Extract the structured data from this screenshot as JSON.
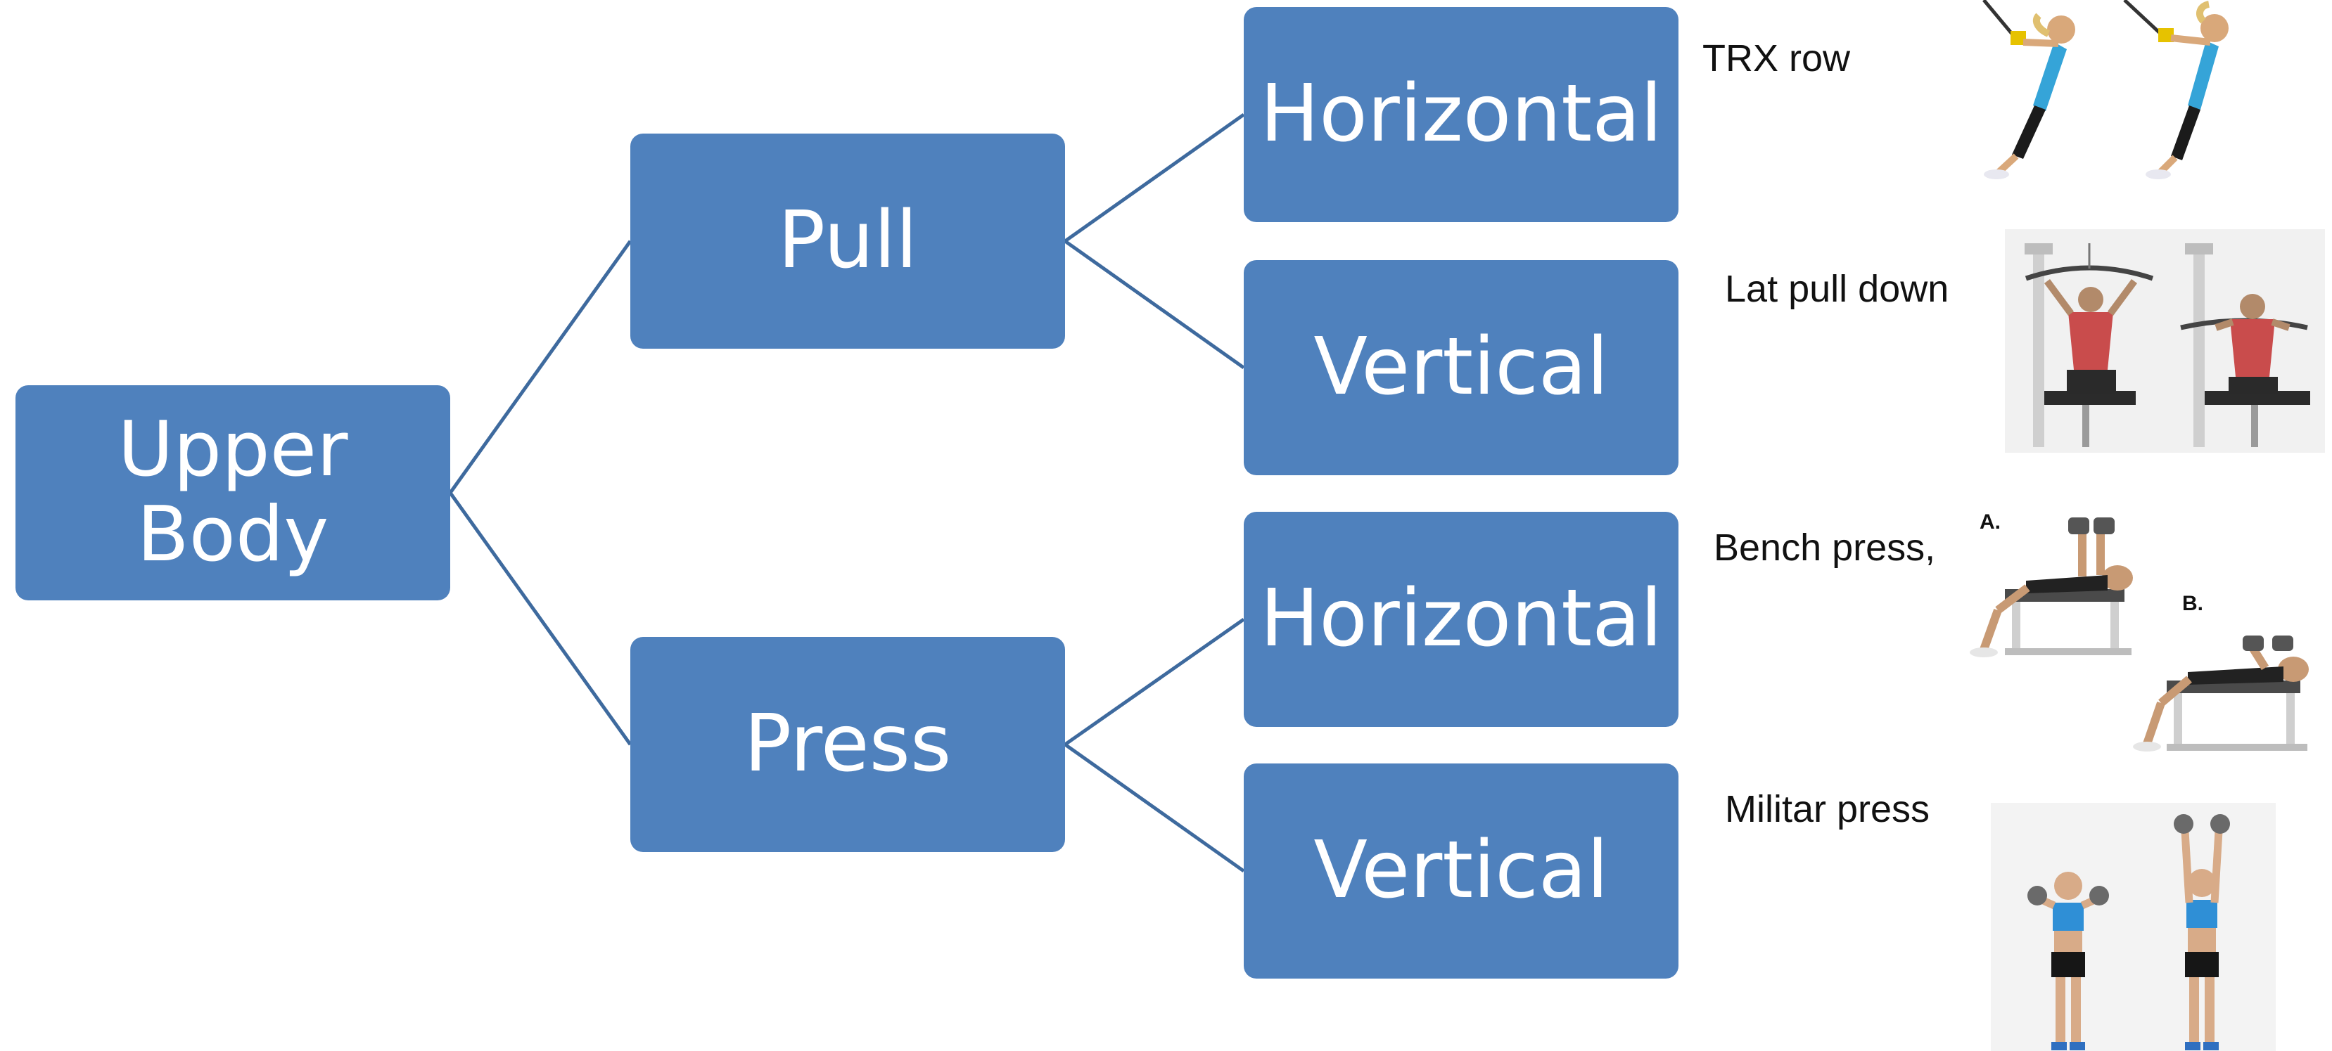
{
  "diagram": {
    "colors": {
      "node_fill": "#4f81bd",
      "node_text": "#ffffff",
      "connector": "#3e6a9e",
      "caption_text": "#111111"
    },
    "root": {
      "label": "Upper\nBody"
    },
    "branches": [
      {
        "label": "Pull",
        "children": [
          {
            "label": "Horizontal",
            "example": "TRX row",
            "illustration": "trx-row-illustration"
          },
          {
            "label": "Vertical",
            "example": "Lat pull down",
            "illustration": "lat-pulldown-illustration"
          }
        ]
      },
      {
        "label": "Press",
        "children": [
          {
            "label": "Horizontal",
            "example": "Bench press,",
            "illustration": "bench-press-illustration",
            "step_labels": [
              "A.",
              "B."
            ]
          },
          {
            "label": "Vertical",
            "example": "Militar press",
            "illustration": "military-press-illustration"
          }
        ]
      }
    ]
  }
}
